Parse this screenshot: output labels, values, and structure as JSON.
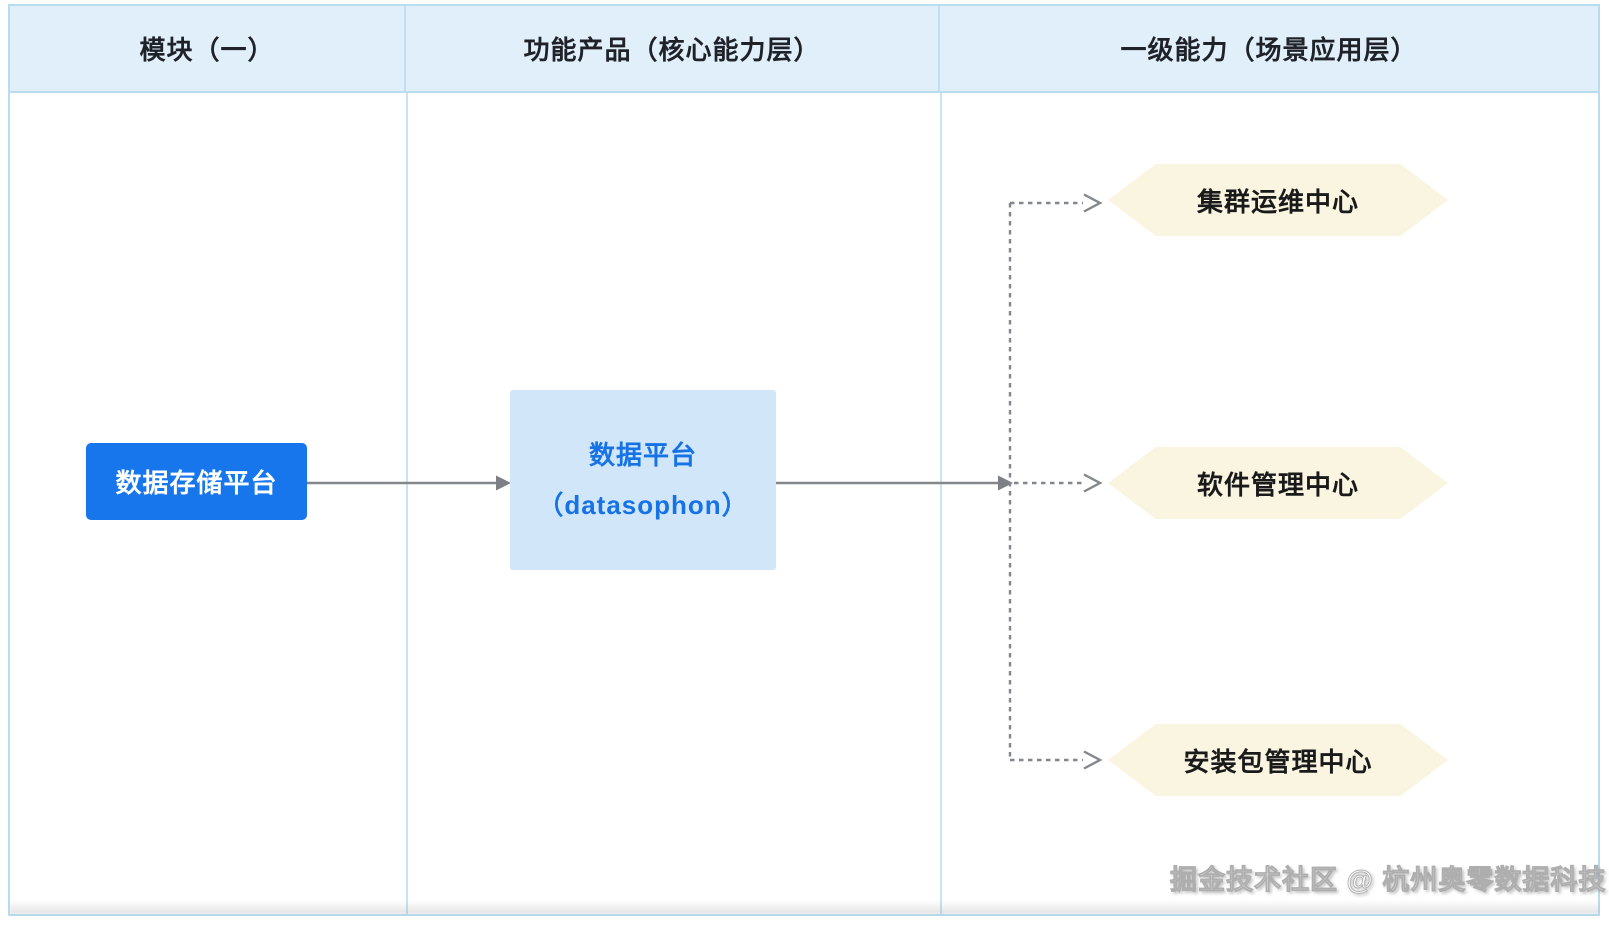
{
  "columns": [
    {
      "label": "模块（一）"
    },
    {
      "label": "功能产品（核心能力层）"
    },
    {
      "label": "一级能力（场景应用层）"
    }
  ],
  "nodes": {
    "storage": {
      "label": "数据存储平台"
    },
    "platform": {
      "line1": "数据平台",
      "line2": "（datasophon）"
    },
    "capabilities": [
      {
        "label": "集群运维中心"
      },
      {
        "label": "软件管理中心"
      },
      {
        "label": "安装包管理中心"
      }
    ]
  },
  "edges": [
    {
      "from": "数据存储平台",
      "to": "数据平台（datasophon）",
      "style": "solid-arrow"
    },
    {
      "from": "数据平台（datasophon）",
      "to": "集群运维中心",
      "style": "dashed-arrow"
    },
    {
      "from": "数据平台（datasophon）",
      "to": "软件管理中心",
      "style": "dashed-arrow"
    },
    {
      "from": "数据平台（datasophon）",
      "to": "安装包管理中心",
      "style": "dashed-arrow"
    }
  ],
  "watermark": {
    "text": "掘金技术社区 @ 杭州奥零数据科技"
  },
  "colors": {
    "header_bg": "#e0effa",
    "grid_border": "#b9dcef",
    "storage_node_bg": "#1776eb",
    "platform_node_bg": "#d2e6f9",
    "platform_node_text": "#1673e6",
    "hexagon_bg": "#faf5e1",
    "arrow_gray": "#83878b",
    "header_text": "#1f2329"
  }
}
